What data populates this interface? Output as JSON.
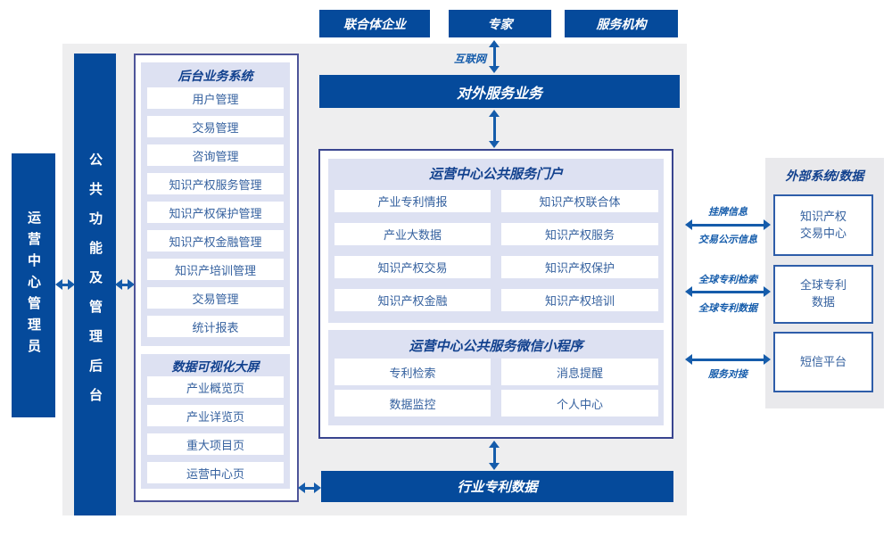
{
  "top_actors": {
    "items": [
      "联合体企业",
      "专家",
      "服务机构"
    ]
  },
  "external_service_bar": {
    "label": "对外服务业务"
  },
  "admin_bar": {
    "label": "运营中心管理员"
  },
  "backend_bar": {
    "label": "公共功能及管理后台"
  },
  "backend_panel": {
    "title": "后台业务系统",
    "items": [
      "用户管理",
      "交易管理",
      "咨询管理",
      "知识产权服务管理",
      "知识产权保护管理",
      "知识产权金融管理",
      "知识产培训管理",
      "交易管理",
      "统计报表"
    ]
  },
  "dashboard_panel": {
    "title": "数据可视化大屏",
    "items": [
      "产业概览页",
      "产业详览页",
      "重大项目页",
      "运营中心页"
    ]
  },
  "portal_panel": {
    "title": "运营中心公共服务门户",
    "items": [
      "产业专利情报",
      "知识产权联合体",
      "产业大数据",
      "知识产权服务",
      "知识产权交易",
      "知识产权保护",
      "知识产权金融",
      "知识产权培训"
    ]
  },
  "miniprogram_panel": {
    "title": "运营中心公共服务微信小程序",
    "items": [
      "专利检索",
      "消息提醒",
      "数据监控",
      "个人中心"
    ]
  },
  "industry_data_bar": {
    "label": "行业专利数据"
  },
  "external_panel": {
    "title": "外部系统/数据",
    "boxes": [
      {
        "lines": [
          "知识产权",
          "交易中心"
        ]
      },
      {
        "lines": [
          "全球专利",
          "数据"
        ]
      },
      {
        "lines": [
          "短信平台"
        ]
      }
    ]
  },
  "link_labels": {
    "internet": "互联网",
    "listing_info": "挂牌信息",
    "trade_publicity": "交易公示信息",
    "global_patent_search": "全球专利检索",
    "global_patent_data": "全球专利数据",
    "service_connect": "服务对接"
  },
  "colors": {
    "primary_blue": "#054a9b",
    "arrow_blue": "#155cab",
    "lavender_panel": "#dde1f2",
    "background_gray": "#eeeeef",
    "title_navy": "#12418e",
    "item_text_blue": "#35619f",
    "left_panel_border": "#4d5499",
    "center_panel_border": "#39458f",
    "external_box_border": "#2e5da9"
  }
}
